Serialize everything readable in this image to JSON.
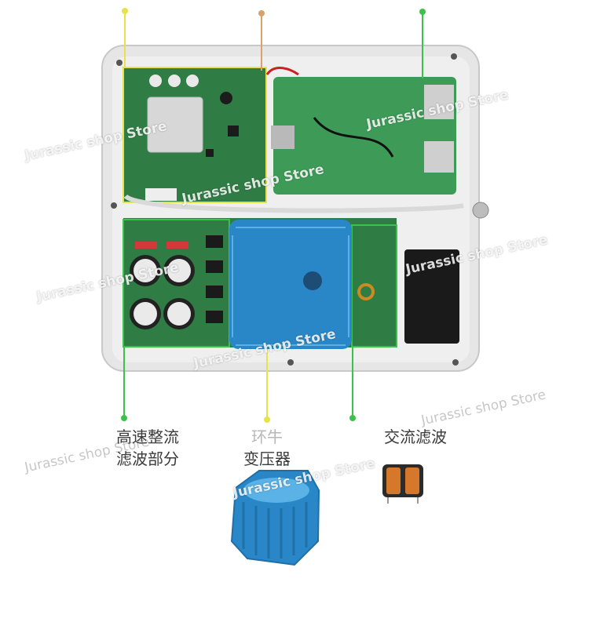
{
  "labels": {
    "rectifier_line1": "高速整流",
    "rectifier_line2": "滤波部分",
    "transformer_top": "环牛",
    "transformer": "变压器",
    "ac_filter": "交流滤波"
  },
  "watermark": "Jurassic shop Store",
  "colors": {
    "background": "#ffffff",
    "case": "#dcdcdc",
    "pcb_green": "#2f7d45",
    "pcb_board": "#3d9b57",
    "transformer_blue": "#2a87c7",
    "marker_yellow": "#e6e24a",
    "marker_orange": "#d9a16b",
    "marker_green": "#3cc14a"
  }
}
